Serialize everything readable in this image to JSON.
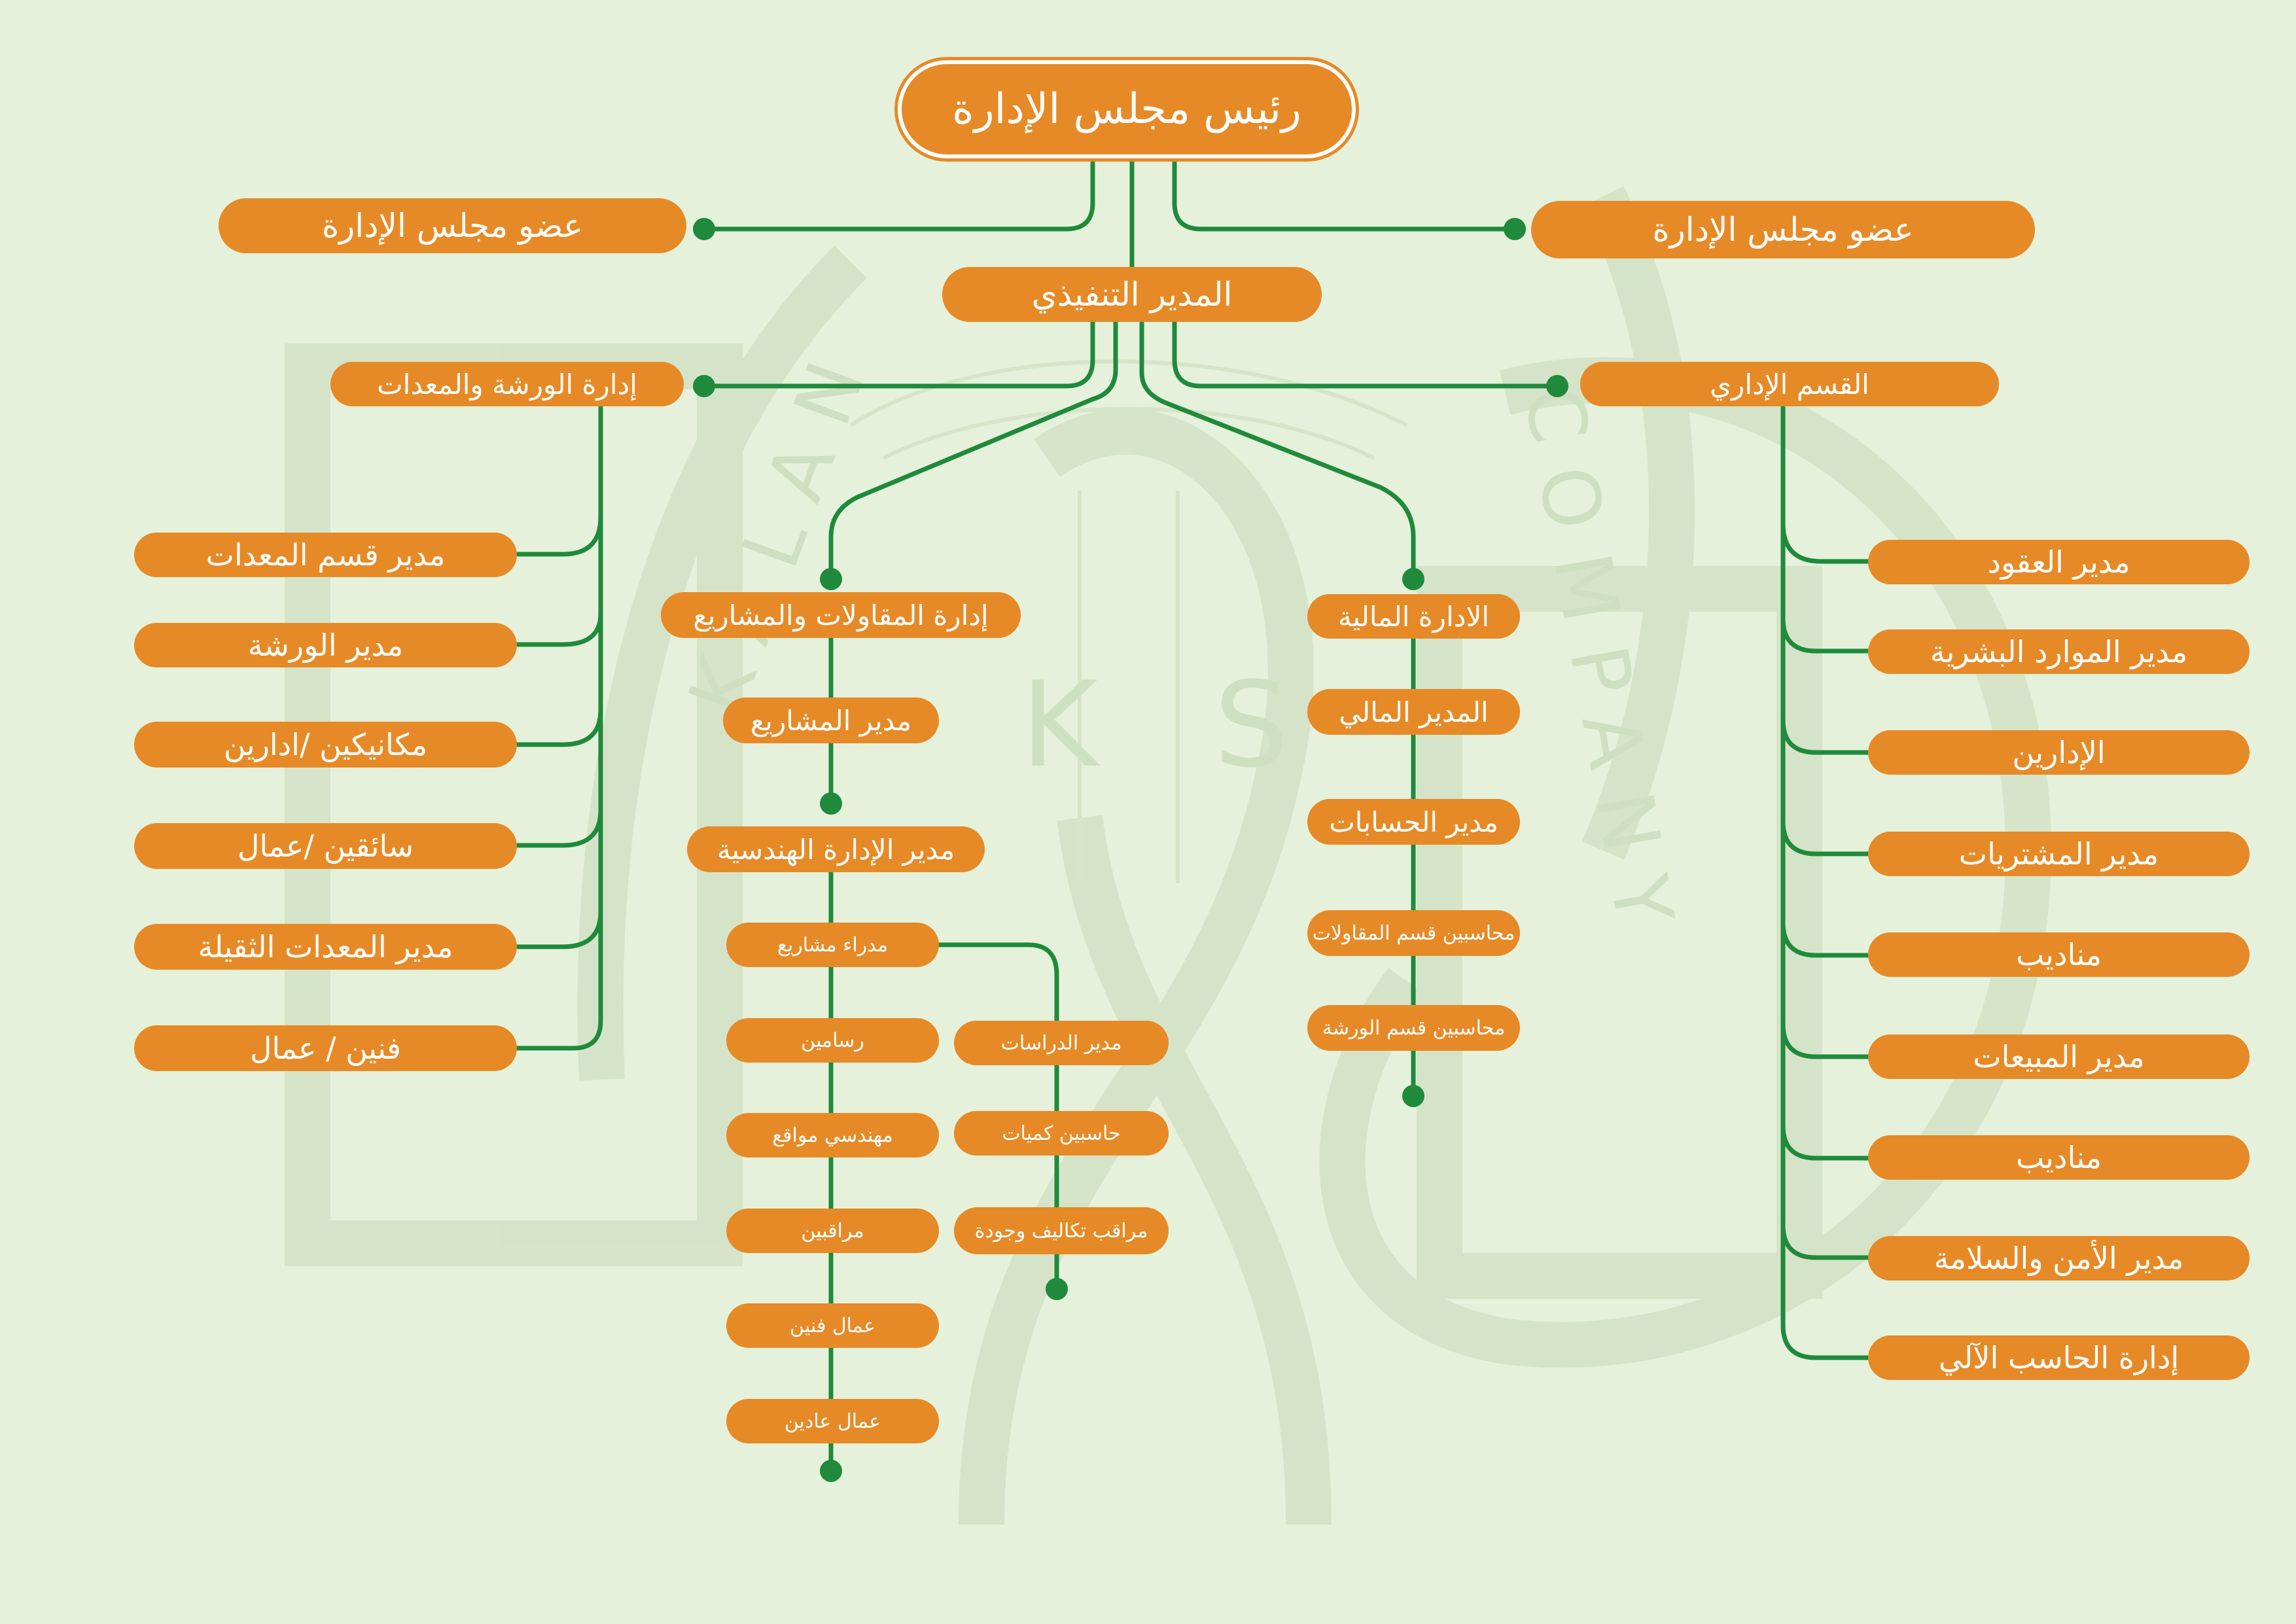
{
  "colors": {
    "background": "#e5f1da",
    "box_fill": "#e68a27",
    "box_text": "#ffffff",
    "connector": "#1f8a3b",
    "watermark": "#c9d9bd"
  },
  "watermark": {
    "arc_text_left": "KALAN",
    "arc_text_right": "COMPANY",
    "center_letters": "K S"
  },
  "chart": {
    "top": {
      "chairman": "رئيس مجلس الإدارة",
      "board_member_left": "عضو مجلس الإدارة",
      "board_member_right": "عضو مجلس الإدارة",
      "ceo": "المدير التنفيذي"
    },
    "workshop_department": {
      "title": "إدارة الورشة والمعدات",
      "items": [
        "مدير قسم المعدات",
        "مدير الورشة",
        "مكانيكين /ادارين",
        "سائقين /عمال",
        "مدير المعدات الثقيلة",
        "فنين / عمال"
      ]
    },
    "contracting_department": {
      "title": "إدارة المقاولات والمشاريع",
      "projects_manager": "مدير المشاريع",
      "engineering_manager": "مدير الإدارة الهندسية",
      "left_column": [
        "مدراء مشاريع",
        "رسامين",
        "مهندسي مواقع",
        "مراقبين",
        "عمال فنين",
        "عمال عادين"
      ],
      "right_column": [
        "مدير الدراسات",
        "حاسبين كميات",
        "مراقب تكاليف وجودة"
      ]
    },
    "finance_department": {
      "title": "الادارة المالية",
      "items": [
        "المدير المالي",
        "مدير الحسابات",
        "محاسبين قسم المقاولات",
        "محاسبين قسم الورشة"
      ]
    },
    "admin_department": {
      "title": "القسم الإداري",
      "items": [
        "مدير العقود",
        "مدير الموارد البشرية",
        "الإدارين",
        "مدير المشتريات",
        "مناديب",
        "مدير المبيعات",
        "مناديب",
        "مدير الأمن والسلامة",
        "إدارة الحاسب الآلي"
      ]
    }
  }
}
